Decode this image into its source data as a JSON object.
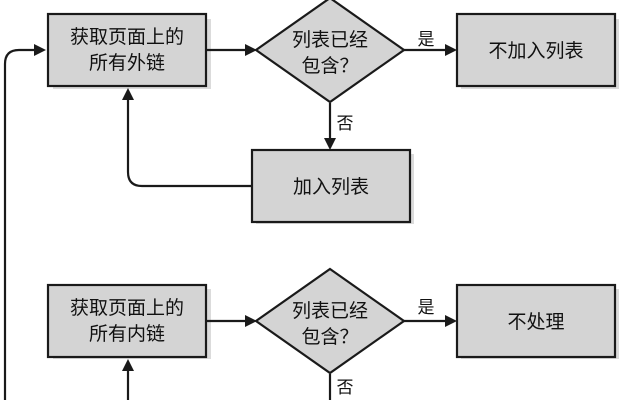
{
  "nodes": {
    "get_external_links": {
      "line1": "获取页面上的",
      "line2": "所有外链"
    },
    "check_list_1": {
      "line1": "列表已经",
      "line2": "包含？"
    },
    "skip_1": {
      "label": "不加入列表"
    },
    "add_to_list": {
      "label": "加入列表"
    },
    "get_internal_links": {
      "line1": "获取页面上的",
      "line2": "所有内链"
    },
    "check_list_2": {
      "line1": "列表已经",
      "line2": "包含？"
    },
    "skip_2": {
      "label": "不处理"
    }
  },
  "edge_labels": {
    "yes_1": "是",
    "no_1": "否",
    "yes_2": "是",
    "no_2": "否"
  },
  "colors": {
    "box_fill": "#d4d4d4",
    "stroke": "#1a1a1a"
  }
}
